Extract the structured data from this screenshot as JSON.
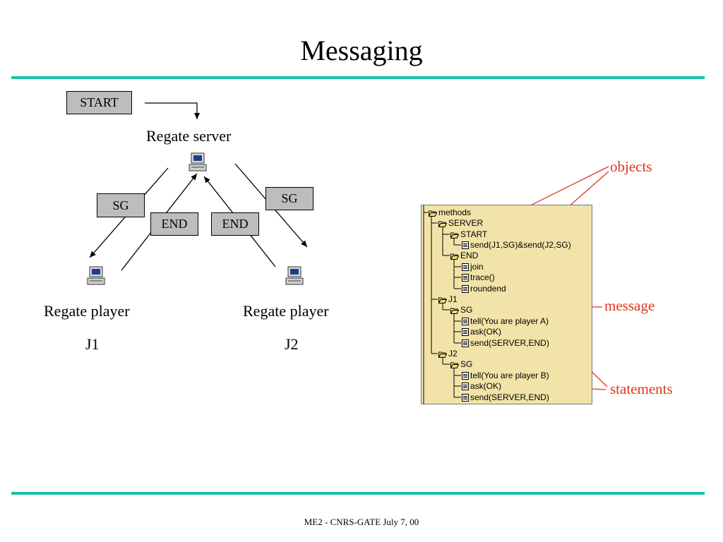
{
  "title": "Messaging",
  "footer": "ME2 - CNRS-GATE July 7, 00",
  "diagram": {
    "start_label": "START",
    "server_label": "Regate server",
    "sg_left": "SG",
    "sg_right": "SG",
    "end_left": "END",
    "end_right": "END",
    "player_left": "Regate player",
    "player_left_id": "J1",
    "player_right": "Regate player",
    "player_right_id": "J2"
  },
  "tree": {
    "root": "methods",
    "server": "SERVER",
    "start": "START",
    "start_send": "send(J1,SG)&send(J2,SG)",
    "end": "END",
    "end_join": "join",
    "end_trace": "trace()",
    "end_roundend": "roundend",
    "j1": "J1",
    "j1_sg": "SG",
    "j1_tell": "tell(You are player A)",
    "j1_ask": "ask(OK)",
    "j1_send": "send(SERVER,END)",
    "j2": "J2",
    "j2_sg": "SG",
    "j2_tell": "tell(You are player B)",
    "j2_ask": "ask(OK)",
    "j2_send": "send(SERVER,END)"
  },
  "annotations": {
    "objects": "objects",
    "message": "message",
    "statements": "statements"
  },
  "colors": {
    "rule": "#17c3a8",
    "annotation": "#e0351c",
    "tree_bg": "#f2e4a8",
    "box_bg": "#bdbdbd"
  },
  "icons": {
    "computer": "computer-icon",
    "folder": "folder-open-icon",
    "document": "document-icon"
  }
}
